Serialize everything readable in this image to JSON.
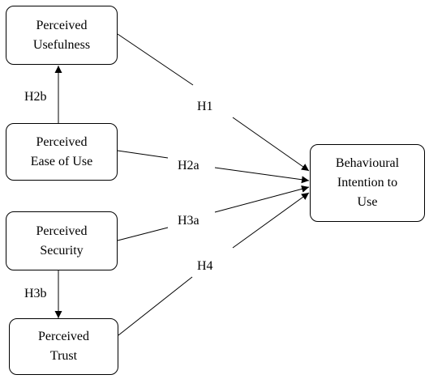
{
  "nodes": {
    "pu": {
      "line1": "Perceived",
      "line2": "Usefulness"
    },
    "peu": {
      "line1": "Perceived",
      "line2": "Ease of Use"
    },
    "ps": {
      "line1": "Perceived",
      "line2": "Security"
    },
    "pt": {
      "line1": "Perceived",
      "line2": "Trust"
    },
    "bi": {
      "line1": "Behavioural",
      "line2": "Intention to",
      "line3": "Use"
    }
  },
  "hypotheses": {
    "h1": "H1",
    "h2a": "H2a",
    "h2b": "H2b",
    "h3a": "H3a",
    "h3b": "H3b",
    "h4": "H4"
  }
}
